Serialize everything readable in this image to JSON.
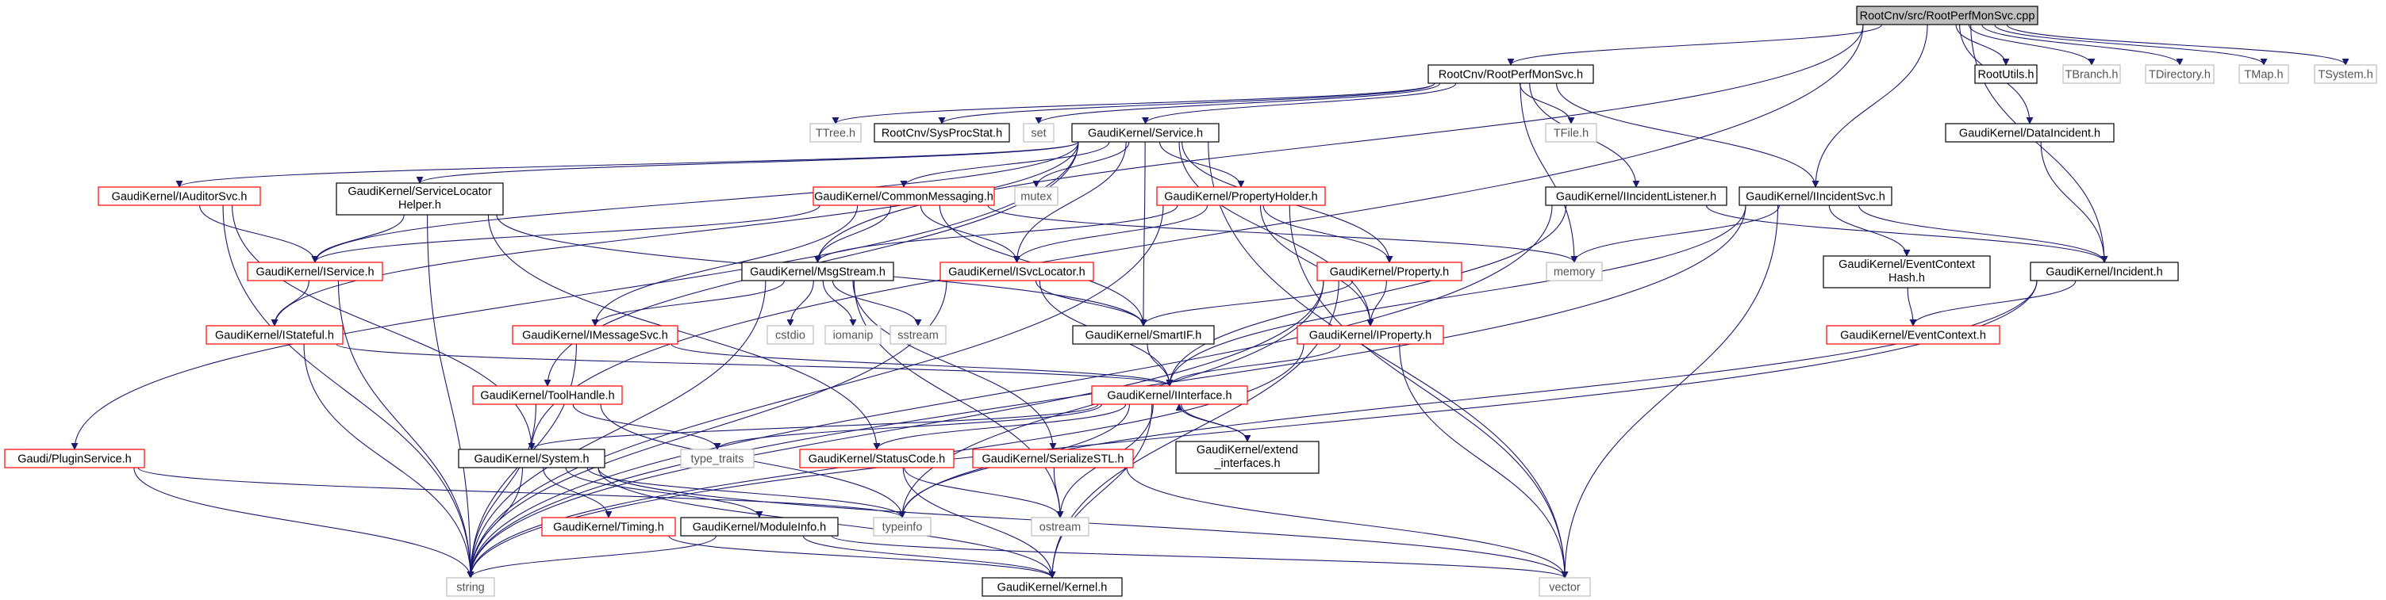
{
  "colors": {
    "background": "#ffffff",
    "edge": "#191970",
    "border_internal": "#000000",
    "border_missing": "#ff0000",
    "border_external": "#bfbfbf",
    "root_fill": "#bfbfbf",
    "text": "#000000",
    "external_text": "#555555"
  },
  "graph": {
    "nodes": [
      {
        "id": "root",
        "label": "RootCnv/src/RootPerfMonSvc.cpp",
        "kind": "root"
      },
      {
        "id": "rootperfmonsvc_h",
        "label": "RootCnv/RootPerfMonSvc.h",
        "kind": "internal"
      },
      {
        "id": "rootutils_h",
        "label": "RootUtils.h",
        "kind": "internal"
      },
      {
        "id": "tbranch_h",
        "label": "TBranch.h",
        "kind": "external"
      },
      {
        "id": "tdirectory_h",
        "label": "TDirectory.h",
        "kind": "external"
      },
      {
        "id": "tmap_h",
        "label": "TMap.h",
        "kind": "external"
      },
      {
        "id": "tsystem_h",
        "label": "TSystem.h",
        "kind": "external"
      },
      {
        "id": "ttree_h",
        "label": "TTree.h",
        "kind": "external"
      },
      {
        "id": "sysprocstat_h",
        "label": "RootCnv/SysProcStat.h",
        "kind": "internal"
      },
      {
        "id": "set",
        "label": "set",
        "kind": "external"
      },
      {
        "id": "service_h",
        "label": "GaudiKernel/Service.h",
        "kind": "internal"
      },
      {
        "id": "tfile_h",
        "label": "TFile.h",
        "kind": "external"
      },
      {
        "id": "dataincident_h",
        "label": "GaudiKernel/DataIncident.h",
        "kind": "internal"
      },
      {
        "id": "iauditorsvc_h",
        "label": "GaudiKernel/IAuditorSvc.h",
        "kind": "missing"
      },
      {
        "id": "servicelocatorhelper_h",
        "label": [
          "GaudiKernel/ServiceLocator",
          "Helper.h"
        ],
        "kind": "internal"
      },
      {
        "id": "commonmessaging_h",
        "label": "GaudiKernel/CommonMessaging.h",
        "kind": "missing"
      },
      {
        "id": "mutex",
        "label": "mutex",
        "kind": "external"
      },
      {
        "id": "propertyholder_h",
        "label": "GaudiKernel/PropertyHolder.h",
        "kind": "missing"
      },
      {
        "id": "iincidentlistener_h",
        "label": "GaudiKernel/IIncidentListener.h",
        "kind": "internal"
      },
      {
        "id": "iincidentsvc_h",
        "label": "GaudiKernel/IIncidentSvc.h",
        "kind": "internal"
      },
      {
        "id": "iservice_h",
        "label": "GaudiKernel/IService.h",
        "kind": "missing"
      },
      {
        "id": "msgstream_h",
        "label": "GaudiKernel/MsgStream.h",
        "kind": "internal"
      },
      {
        "id": "isvclocator_h",
        "label": "GaudiKernel/ISvcLocator.h",
        "kind": "missing"
      },
      {
        "id": "property_h",
        "label": "GaudiKernel/Property.h",
        "kind": "missing"
      },
      {
        "id": "memory",
        "label": "memory",
        "kind": "external"
      },
      {
        "id": "eventcontexthash_h",
        "label": [
          "GaudiKernel/EventContext",
          "Hash.h"
        ],
        "kind": "internal"
      },
      {
        "id": "incident_h",
        "label": "GaudiKernel/Incident.h",
        "kind": "internal"
      },
      {
        "id": "istateful_h",
        "label": "GaudiKernel/IStateful.h",
        "kind": "missing"
      },
      {
        "id": "imessagesvc_h",
        "label": "GaudiKernel/IMessageSvc.h",
        "kind": "missing"
      },
      {
        "id": "cstdio",
        "label": "cstdio",
        "kind": "external"
      },
      {
        "id": "iomanip",
        "label": "iomanip",
        "kind": "external"
      },
      {
        "id": "sstream",
        "label": "sstream",
        "kind": "external"
      },
      {
        "id": "smartif_h",
        "label": "GaudiKernel/SmartIF.h",
        "kind": "internal"
      },
      {
        "id": "iproperty_h",
        "label": "GaudiKernel/IProperty.h",
        "kind": "missing"
      },
      {
        "id": "eventcontext_h",
        "label": "GaudiKernel/EventContext.h",
        "kind": "missing"
      },
      {
        "id": "toolhandle_h",
        "label": "GaudiKernel/ToolHandle.h",
        "kind": "missing"
      },
      {
        "id": "iinterface_h",
        "label": "GaudiKernel/IInterface.h",
        "kind": "missing"
      },
      {
        "id": "pluginservice_h",
        "label": "Gaudi/PluginService.h",
        "kind": "missing"
      },
      {
        "id": "system_h",
        "label": "GaudiKernel/System.h",
        "kind": "internal"
      },
      {
        "id": "type_traits",
        "label": "type_traits",
        "kind": "external"
      },
      {
        "id": "statuscode_h",
        "label": "GaudiKernel/StatusCode.h",
        "kind": "missing"
      },
      {
        "id": "serializestl_h",
        "label": "GaudiKernel/SerializeSTL.h",
        "kind": "missing"
      },
      {
        "id": "extend_interfaces_h",
        "label": [
          "GaudiKernel/extend",
          "_interfaces.h"
        ],
        "kind": "internal"
      },
      {
        "id": "timing_h",
        "label": "GaudiKernel/Timing.h",
        "kind": "missing"
      },
      {
        "id": "moduleinfo_h",
        "label": "GaudiKernel/ModuleInfo.h",
        "kind": "internal"
      },
      {
        "id": "typeinfo",
        "label": "typeinfo",
        "kind": "external"
      },
      {
        "id": "ostream",
        "label": "ostream",
        "kind": "external"
      },
      {
        "id": "string",
        "label": "string",
        "kind": "external"
      },
      {
        "id": "kernel_h",
        "label": "GaudiKernel/Kernel.h",
        "kind": "internal"
      },
      {
        "id": "vector",
        "label": "vector",
        "kind": "external"
      }
    ],
    "edges": [
      [
        "root",
        "rootperfmonsvc_h"
      ],
      [
        "root",
        "rootutils_h"
      ],
      [
        "root",
        "tbranch_h"
      ],
      [
        "root",
        "tdirectory_h"
      ],
      [
        "root",
        "tmap_h"
      ],
      [
        "root",
        "tsystem_h"
      ],
      [
        "root",
        "dataincident_h"
      ],
      [
        "root",
        "iincidentsvc_h"
      ],
      [
        "root",
        "incident_h"
      ],
      [
        "root",
        "msgstream_h"
      ],
      [
        "root",
        "system_h"
      ],
      [
        "rootperfmonsvc_h",
        "ttree_h"
      ],
      [
        "rootperfmonsvc_h",
        "sysprocstat_h"
      ],
      [
        "rootperfmonsvc_h",
        "set"
      ],
      [
        "rootperfmonsvc_h",
        "service_h"
      ],
      [
        "rootperfmonsvc_h",
        "tfile_h"
      ],
      [
        "rootperfmonsvc_h",
        "iincidentlistener_h"
      ],
      [
        "rootperfmonsvc_h",
        "iincidentsvc_h"
      ],
      [
        "rootperfmonsvc_h",
        "memory"
      ],
      [
        "service_h",
        "iauditorsvc_h"
      ],
      [
        "service_h",
        "servicelocatorhelper_h"
      ],
      [
        "service_h",
        "commonmessaging_h"
      ],
      [
        "service_h",
        "mutex"
      ],
      [
        "service_h",
        "propertyholder_h"
      ],
      [
        "service_h",
        "iservice_h"
      ],
      [
        "service_h",
        "isvclocator_h"
      ],
      [
        "service_h",
        "property_h"
      ],
      [
        "service_h",
        "smartif_h"
      ],
      [
        "service_h",
        "iproperty_h"
      ],
      [
        "service_h",
        "istateful_h"
      ],
      [
        "service_h",
        "toolhandle_h"
      ],
      [
        "service_h",
        "pluginservice_h"
      ],
      [
        "service_h",
        "vector"
      ],
      [
        "iauditorsvc_h",
        "iservice_h"
      ],
      [
        "iauditorsvc_h",
        "system_h"
      ],
      [
        "iauditorsvc_h",
        "string"
      ],
      [
        "servicelocatorhelper_h",
        "iservice_h"
      ],
      [
        "servicelocatorhelper_h",
        "smartif_h"
      ],
      [
        "servicelocatorhelper_h",
        "statuscode_h"
      ],
      [
        "servicelocatorhelper_h",
        "string"
      ],
      [
        "commonmessaging_h",
        "iservice_h"
      ],
      [
        "commonmessaging_h",
        "msgstream_h"
      ],
      [
        "commonmessaging_h",
        "imessagesvc_h"
      ],
      [
        "commonmessaging_h",
        "isvclocator_h"
      ],
      [
        "commonmessaging_h",
        "smartif_h"
      ],
      [
        "commonmessaging_h",
        "memory"
      ],
      [
        "propertyholder_h",
        "msgstream_h"
      ],
      [
        "propertyholder_h",
        "isvclocator_h"
      ],
      [
        "propertyholder_h",
        "property_h"
      ],
      [
        "propertyholder_h",
        "iproperty_h"
      ],
      [
        "propertyholder_h",
        "string"
      ],
      [
        "propertyholder_h",
        "vector"
      ],
      [
        "iincidentlistener_h",
        "iinterface_h"
      ],
      [
        "iincidentlistener_h",
        "incident_h"
      ],
      [
        "iincidentlistener_h",
        "string"
      ],
      [
        "iincidentsvc_h",
        "memory"
      ],
      [
        "iincidentsvc_h",
        "eventcontexthash_h"
      ],
      [
        "iincidentsvc_h",
        "incident_h"
      ],
      [
        "iincidentsvc_h",
        "iinterface_h"
      ],
      [
        "iincidentsvc_h",
        "string"
      ],
      [
        "iincidentsvc_h",
        "vector"
      ],
      [
        "iservice_h",
        "istateful_h"
      ],
      [
        "iservice_h",
        "string"
      ],
      [
        "msgstream_h",
        "imessagesvc_h"
      ],
      [
        "msgstream_h",
        "cstdio"
      ],
      [
        "msgstream_h",
        "iomanip"
      ],
      [
        "msgstream_h",
        "sstream"
      ],
      [
        "msgstream_h",
        "string"
      ],
      [
        "msgstream_h",
        "serializestl_h"
      ],
      [
        "msgstream_h",
        "ostream"
      ],
      [
        "isvclocator_h",
        "smartif_h"
      ],
      [
        "isvclocator_h",
        "iinterface_h"
      ],
      [
        "isvclocator_h",
        "string"
      ],
      [
        "property_h",
        "smartif_h"
      ],
      [
        "property_h",
        "iproperty_h"
      ],
      [
        "property_h",
        "typeinfo"
      ],
      [
        "property_h",
        "kernel_h"
      ],
      [
        "property_h",
        "string"
      ],
      [
        "dataincident_h",
        "incident_h"
      ],
      [
        "eventcontexthash_h",
        "eventcontext_h"
      ],
      [
        "incident_h",
        "eventcontext_h"
      ],
      [
        "incident_h",
        "string"
      ],
      [
        "incident_h",
        "typeinfo"
      ],
      [
        "istateful_h",
        "iinterface_h"
      ],
      [
        "istateful_h",
        "string"
      ],
      [
        "imessagesvc_h",
        "iinterface_h"
      ],
      [
        "imessagesvc_h",
        "string"
      ],
      [
        "smartif_h",
        "iinterface_h"
      ],
      [
        "iproperty_h",
        "iinterface_h"
      ],
      [
        "iproperty_h",
        "string"
      ],
      [
        "iproperty_h",
        "vector"
      ],
      [
        "toolhandle_h",
        "type_traits"
      ],
      [
        "toolhandle_h",
        "string"
      ],
      [
        "toolhandle_h",
        "typeinfo"
      ],
      [
        "iinterface_h",
        "system_h"
      ],
      [
        "iinterface_h",
        "type_traits"
      ],
      [
        "iinterface_h",
        "statuscode_h"
      ],
      [
        "iinterface_h",
        "extend_interfaces_h"
      ],
      [
        "iinterface_h",
        "typeinfo"
      ],
      [
        "iinterface_h",
        "ostream"
      ],
      [
        "iinterface_h",
        "kernel_h"
      ],
      [
        "extend_interfaces_h",
        "iinterface_h"
      ],
      [
        "pluginservice_h",
        "string"
      ],
      [
        "pluginservice_h",
        "typeinfo"
      ],
      [
        "system_h",
        "string"
      ],
      [
        "system_h",
        "timing_h"
      ],
      [
        "system_h",
        "moduleinfo_h"
      ],
      [
        "system_h",
        "typeinfo"
      ],
      [
        "system_h",
        "vector"
      ],
      [
        "system_h",
        "kernel_h"
      ],
      [
        "statuscode_h",
        "ostream"
      ],
      [
        "statuscode_h",
        "kernel_h"
      ],
      [
        "serializestl_h",
        "ostream"
      ],
      [
        "serializestl_h",
        "vector"
      ],
      [
        "timing_h",
        "kernel_h"
      ],
      [
        "moduleinfo_h",
        "string"
      ],
      [
        "moduleinfo_h",
        "vector"
      ],
      [
        "moduleinfo_h",
        "kernel_h"
      ]
    ]
  }
}
